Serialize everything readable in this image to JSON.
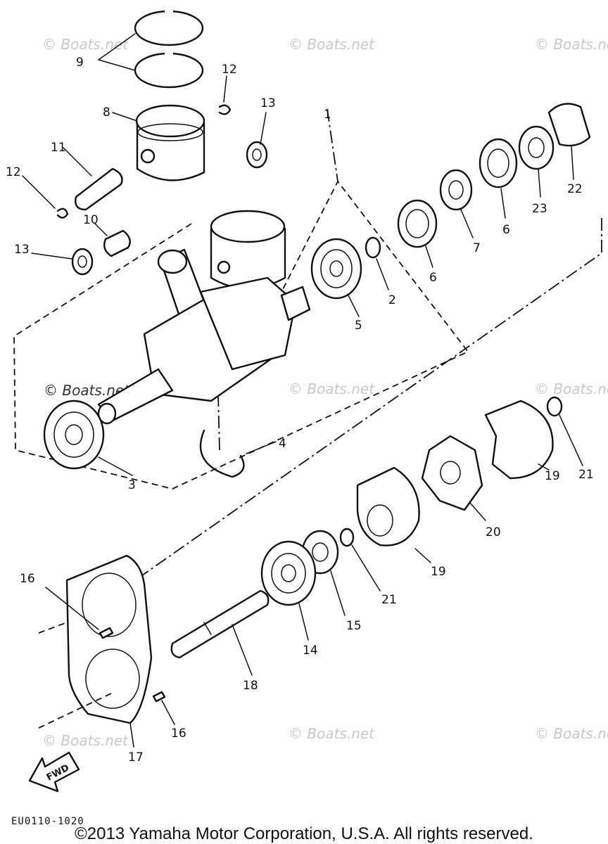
{
  "watermark": "© Boats.net",
  "part_labels": {
    "p1": "1",
    "p2": "2",
    "p3": "3",
    "p4": "4",
    "p5": "5",
    "p6a": "6",
    "p6b": "6",
    "p7": "7",
    "p8": "8",
    "p9": "9",
    "p10": "10",
    "p11": "11",
    "p12a": "12",
    "p12b": "12",
    "p13a": "13",
    "p13b": "13",
    "p14": "14",
    "p15": "15",
    "p16a": "16",
    "p16b": "16",
    "p17": "17",
    "p18": "18",
    "p19a": "19",
    "p19b": "19",
    "p20": "20",
    "p21a": "21",
    "p21b": "21",
    "p22": "22",
    "p23": "23"
  },
  "fwd_label": "FWD",
  "diagram_code": "EU0110-1020",
  "copyright": "©2013 Yamaha Motor Corporation, U.S.A. All rights reserved."
}
